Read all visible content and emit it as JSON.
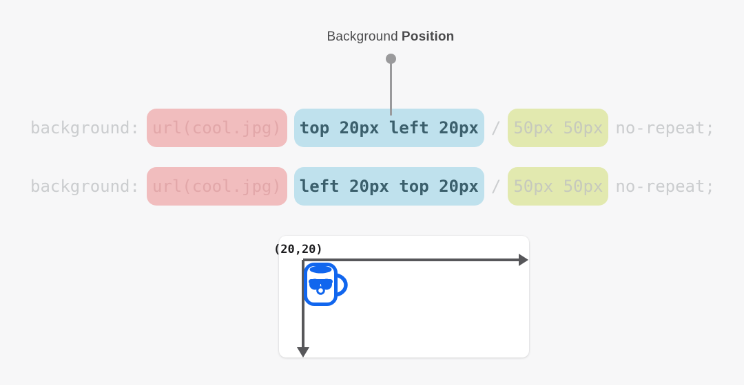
{
  "colors": {
    "bg": "#f7f7f8",
    "title-text": "#4a4a4c",
    "pointer-gray": "#9a9a9c",
    "code-gray": "#cbcdcf",
    "chip-pink-bg": "#f1bdbe",
    "chip-pink-text": "#e2a7a9",
    "chip-blue-bg": "#bfe1ed",
    "chip-blue-text": "#3b5f6c",
    "chip-green-bg": "#e2e9af",
    "chip-green-text": "#c6c9bd",
    "panel-bg": "#ffffff",
    "arrow-gray": "#57575a",
    "origin-text": "#1d1d1f",
    "mug-blue": "#1166ee"
  },
  "title": {
    "regular": "Background",
    "bold": "Position"
  },
  "code_lines": [
    {
      "property": "background:",
      "url_token": "url(cool.jpg)",
      "position_token": "top 20px left 20px",
      "slash": "/",
      "size_token": "50px 50px",
      "repeat_token": "no-repeat;"
    },
    {
      "property": "background:",
      "url_token": "url(cool.jpg)",
      "position_token": "left 20px top 20px",
      "slash": "/",
      "size_token": "50px 50px",
      "repeat_token": "no-repeat;"
    }
  ],
  "diagram": {
    "origin_label": "(20,20)",
    "icon": "cool-mug-icon"
  }
}
